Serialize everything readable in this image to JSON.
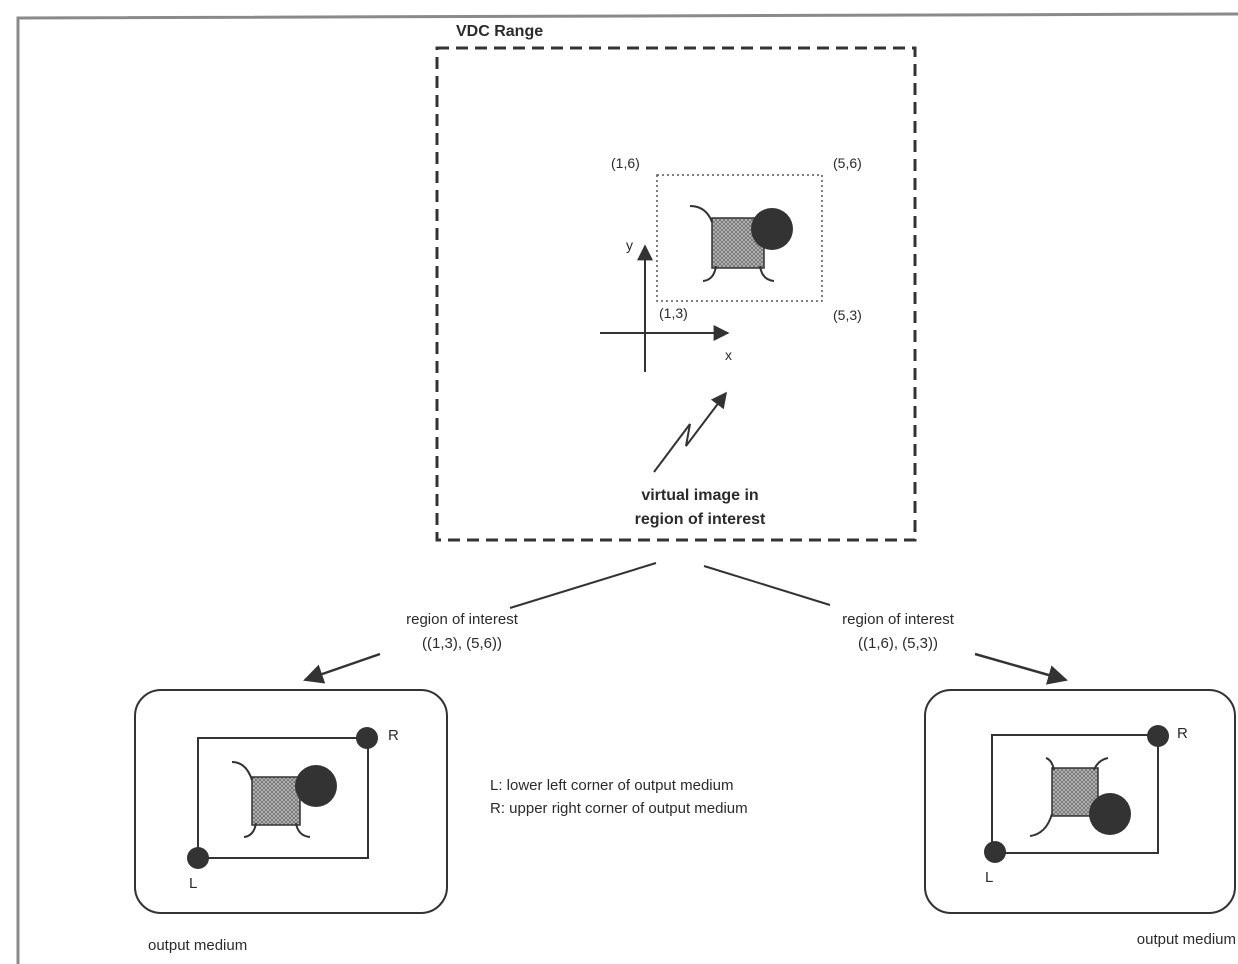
{
  "vdc_range_label": "VDC Range",
  "coords": {
    "upper_left": "(1,6)",
    "upper_right": "(5,6)",
    "lower_left": "(1,3)",
    "lower_right": "(5,3)"
  },
  "axes": {
    "x": "x",
    "y": "y"
  },
  "virtual_image_caption": [
    "virtual image in",
    "region of interest"
  ],
  "left_branch": {
    "label_line1": "region of interest",
    "label_line2": "((1,3), (5,6))"
  },
  "right_branch": {
    "label_line1": "region of interest",
    "label_line2": "((1,6), (5,3))"
  },
  "corner_labels": {
    "lower_left": "L",
    "upper_right": "R"
  },
  "legend": {
    "line1": "L: lower left corner of output medium",
    "line2": "R: upper right corner of output medium"
  },
  "output_medium_label": "output medium",
  "colors": {
    "ink": "#2b2b2b",
    "marker": "#333333",
    "hatch_fill": "#9a9a9a",
    "outer_frame": "#8a8a8a"
  }
}
